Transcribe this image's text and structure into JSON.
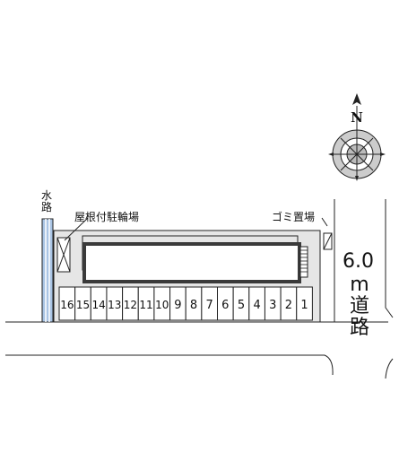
{
  "compass": {
    "north_label": "N"
  },
  "labels": {
    "waterway": [
      "水",
      "路"
    ],
    "bike_parking": "屋根付駐輪場",
    "garbage": "ゴミ置場",
    "road_width": "6.0",
    "road_unit": "m",
    "road_chars": [
      "道",
      "路"
    ]
  },
  "parking_spaces": [
    "16",
    "15",
    "14",
    "13",
    "12",
    "11",
    "10",
    "9",
    "8",
    "7",
    "6",
    "5",
    "4",
    "3",
    "2",
    "1"
  ],
  "colors": {
    "line": "#222222",
    "lot": "#e6e6e6",
    "waterway": "#a9c4e4",
    "building_border": "#3a3a3a"
  }
}
